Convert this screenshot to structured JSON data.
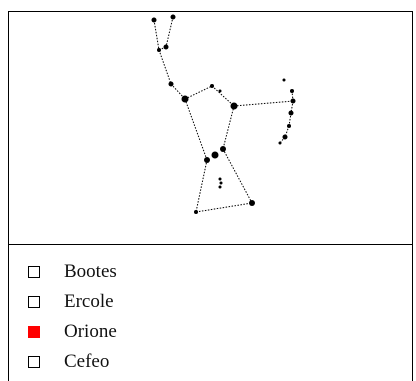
{
  "options": [
    {
      "label": "Bootes",
      "checked": false
    },
    {
      "label": "Ercole",
      "checked": false
    },
    {
      "label": "Orione",
      "checked": true
    },
    {
      "label": "Cefeo",
      "checked": false
    }
  ],
  "colors": {
    "checked": "#ff0000",
    "border": "#000000",
    "star": "#000000"
  }
}
